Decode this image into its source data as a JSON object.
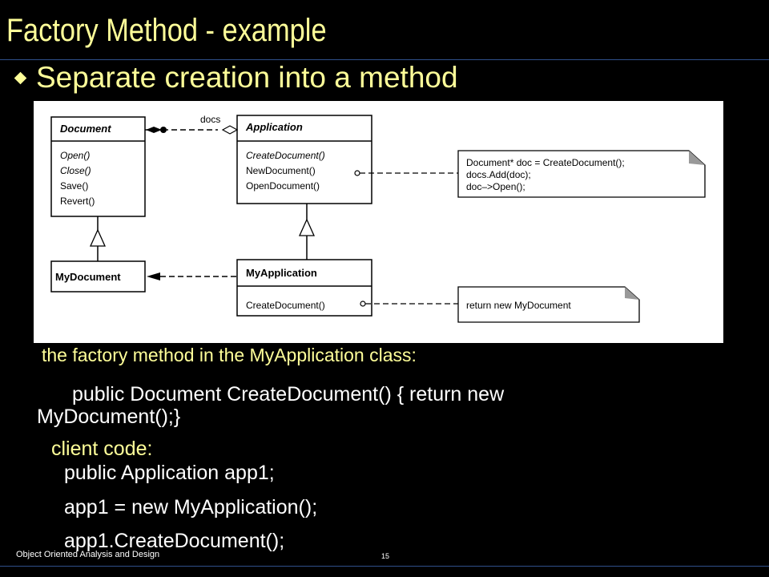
{
  "slide": {
    "title": "Factory Method - example",
    "bullet": "Separate creation into a method",
    "footer_left": "Object Oriented Analysis and Design",
    "page_number": "15"
  },
  "diagram": {
    "document": {
      "name": "Document",
      "methods": [
        "Open()",
        "Close()",
        "Save()",
        "Revert()"
      ]
    },
    "application": {
      "name": "Application",
      "methods": [
        "CreateDocument()",
        "NewDocument()",
        "OpenDocument()"
      ]
    },
    "mydocument": {
      "name": "MyDocument"
    },
    "myapplication": {
      "name": "MyApplication",
      "methods": [
        "CreateDocument()"
      ]
    },
    "association_label": "docs",
    "note1": [
      "Document* doc = CreateDocument();",
      "docs.Add(doc);",
      "doc–>Open();"
    ],
    "note2": [
      "return new MyDocument"
    ]
  },
  "body": {
    "factory_label": "the factory method in the MyApplication  class:",
    "factory_code_line1": "public Document CreateDocument() { return new",
    "factory_code_line2": "MyDocument();}",
    "client_label": "client code:",
    "client_code": [
      "public Application app1;",
      "app1 = new MyApplication();",
      "app1.CreateDocument();"
    ]
  }
}
